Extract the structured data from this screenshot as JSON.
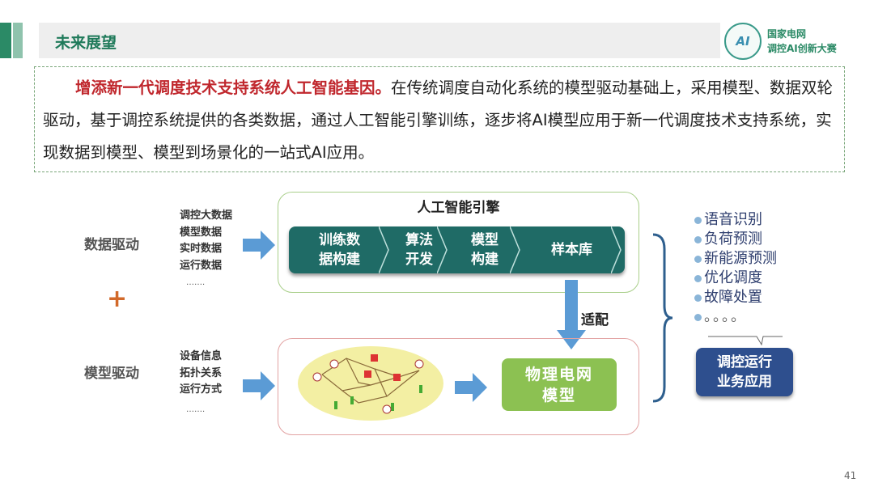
{
  "header": {
    "title": "未来展望",
    "logo_line1": "国家电网",
    "logo_line2": "调控AI创新大赛",
    "logo_mark": "AI"
  },
  "intro": {
    "highlight": "增添新一代调度技术支持系统人工智能基因。",
    "body": "在传统调度自动化系统的模型驱动基础上，采用模型、数据双轮驱动，基于调控系统提供的各类数据，通过人工智能引擎训练，逐步将AI模型应用于新一代调度技术支持系统，实现数据到模型、模型到场景化的一站式AI应用。"
  },
  "diagram": {
    "data_driven": {
      "label": "数据驱动",
      "items": [
        "调控大数据",
        "模型数据",
        "实时数据",
        "运行数据"
      ],
      "more": "……."
    },
    "plus": "+",
    "model_driven": {
      "label": "模型驱动",
      "items": [
        "设备信息",
        "拓扑关系",
        "运行方式"
      ],
      "more": "……."
    },
    "engine": {
      "title": "人工智能引擎",
      "steps": [
        {
          "l1": "训练数",
          "l2": "据构建"
        },
        {
          "l1": "算法",
          "l2": "开发"
        },
        {
          "l1": "模型",
          "l2": "构建"
        },
        {
          "l1": "样本库",
          "l2": ""
        }
      ]
    },
    "adapt": "适配",
    "grid_model": {
      "l1": "物理电网",
      "l2": "模型"
    },
    "applications": [
      "语音识别",
      "负荷预测",
      "新能源预测",
      "优化调度",
      "故障处置",
      "。。。。"
    ],
    "business": {
      "l1": "调控运行",
      "l2": "业务应用"
    }
  },
  "colors": {
    "brand_green": "#1f7a5a",
    "highlight_red": "#c0272d",
    "band_teal": "#1f6b66",
    "arrow_blue": "#5b9bd5",
    "grid_green": "#8cc152",
    "biz_blue": "#2e4f8e"
  },
  "page_number": "41"
}
